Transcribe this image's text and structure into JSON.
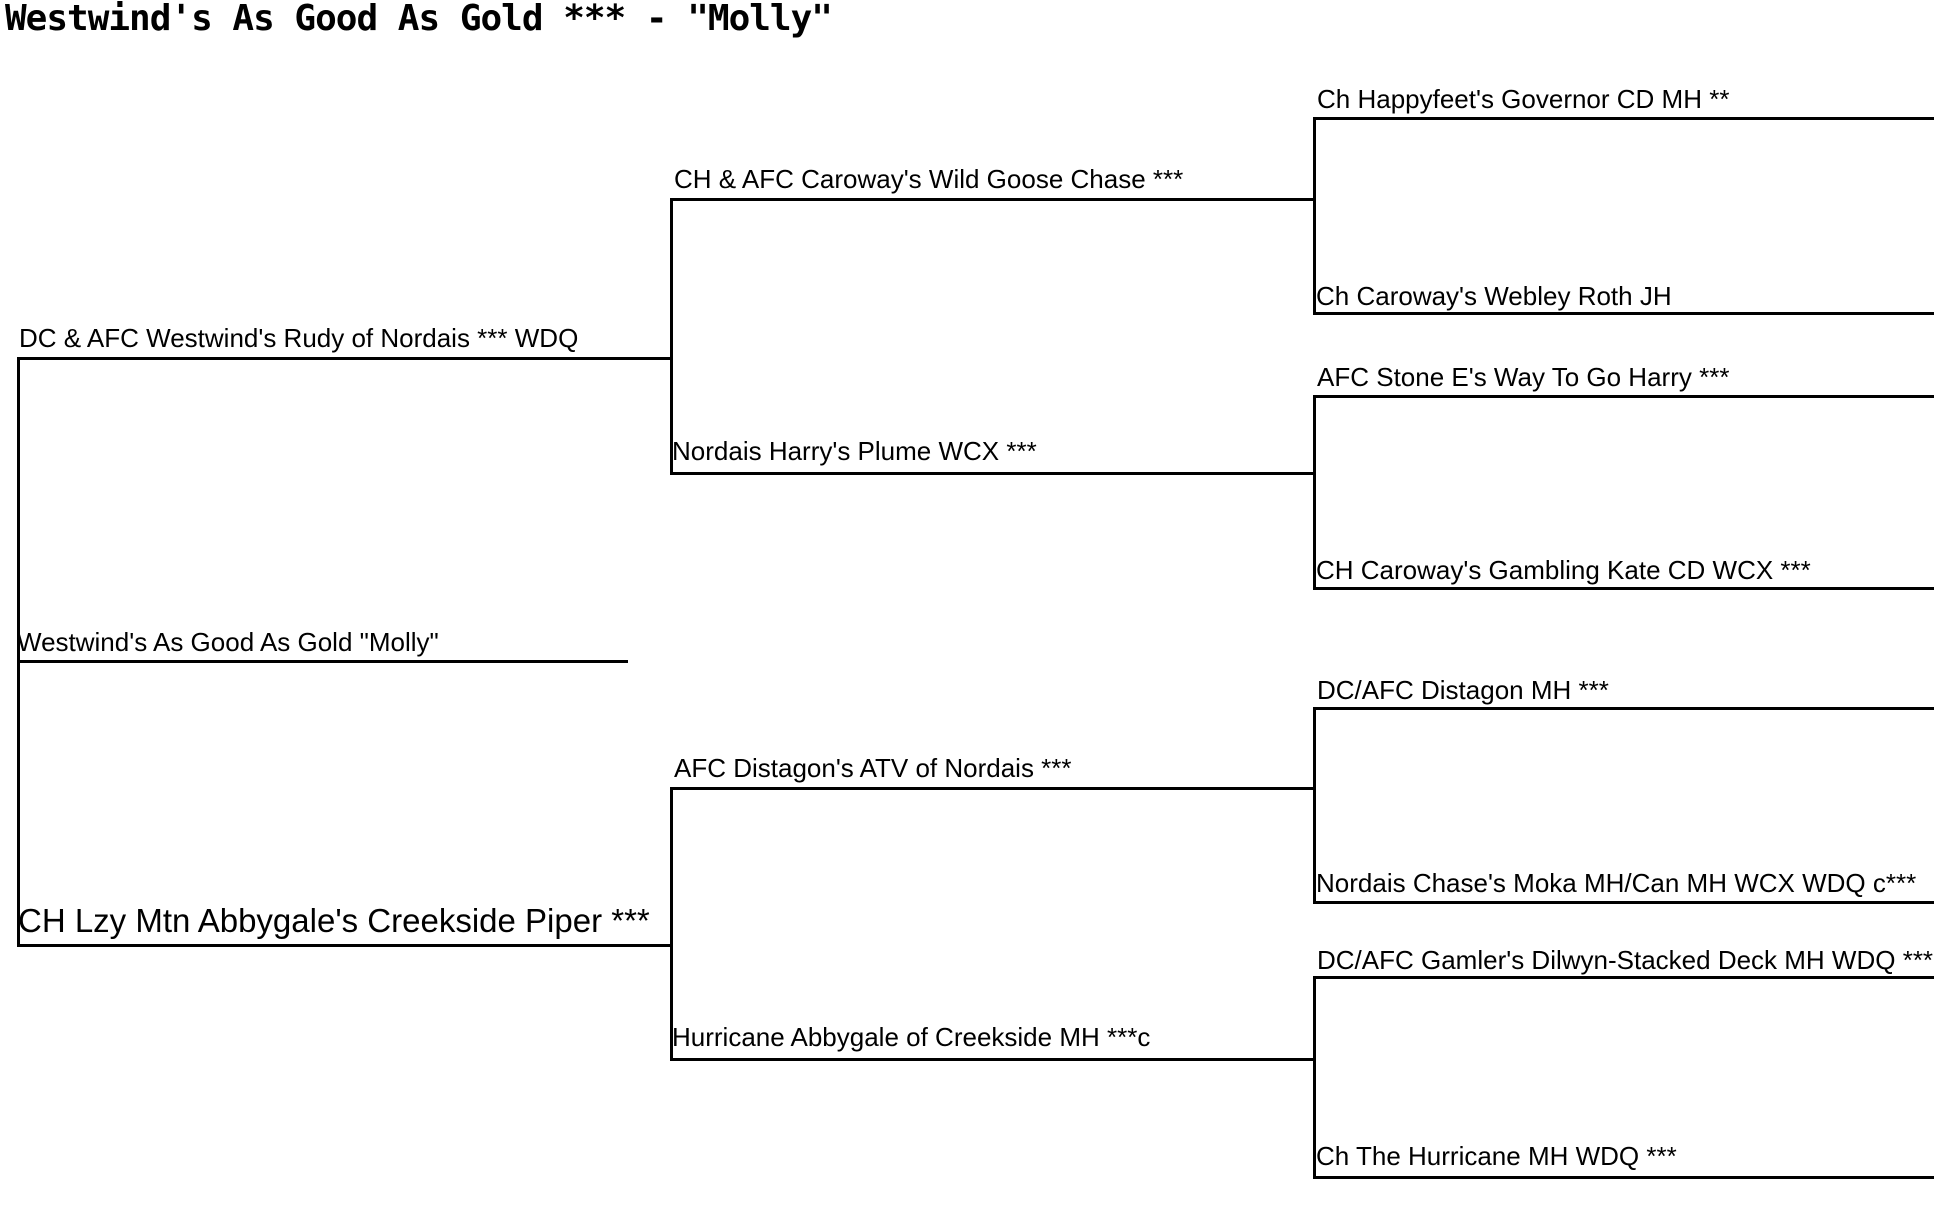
{
  "title": "Westwind's As Good As Gold *** - \"Molly\"",
  "line_color": "#000000",
  "background_color": "#ffffff",
  "pedigree": {
    "subject": {
      "relation": "subject",
      "name": "Westwind's As Good As Gold \"Molly\""
    },
    "sire": {
      "relation": "sire",
      "name": "DC & AFC Westwind's Rudy of Nordais *** WDQ"
    },
    "dam": {
      "relation": "dam",
      "name": "CH Lzy Mtn Abbygale's Creekside Piper ***"
    },
    "sire_sire": {
      "relation": "sire's sire",
      "name": "CH & AFC Caroway's Wild Goose Chase ***"
    },
    "sire_dam": {
      "relation": "sire's dam",
      "name": "Nordais Harry's Plume WCX ***"
    },
    "dam_sire": {
      "relation": "dam's sire",
      "name": "AFC Distagon's ATV of Nordais ***"
    },
    "dam_dam": {
      "relation": "dam's dam",
      "name": "Hurricane Abbygale of Creekside MH ***c"
    },
    "sire_sire_sire": {
      "relation": "sire's sire's sire",
      "name": "Ch Happyfeet's Governor CD MH **"
    },
    "sire_sire_dam": {
      "relation": "sire's sire's dam",
      "name": "Ch Caroway's Webley Roth JH"
    },
    "sire_dam_sire": {
      "relation": "sire's dam's sire",
      "name": "AFC Stone E's Way To Go Harry ***"
    },
    "sire_dam_dam": {
      "relation": "sire's dam's dam",
      "name": "CH Caroway's Gambling Kate CD WCX ***"
    },
    "dam_sire_sire": {
      "relation": "dam's sire's sire",
      "name": "DC/AFC Distagon MH ***"
    },
    "dam_sire_dam": {
      "relation": "dam's sire's dam",
      "name": "Nordais Chase's Moka MH/Can MH WCX WDQ c***"
    },
    "dam_dam_sire": {
      "relation": "dam's dam's sire",
      "name": "DC/AFC Gamler's Dilwyn-Stacked Deck MH WDQ ***"
    },
    "dam_dam_dam": {
      "relation": "dam's dam's dam",
      "name": "Ch The Hurricane MH WDQ ***"
    }
  }
}
